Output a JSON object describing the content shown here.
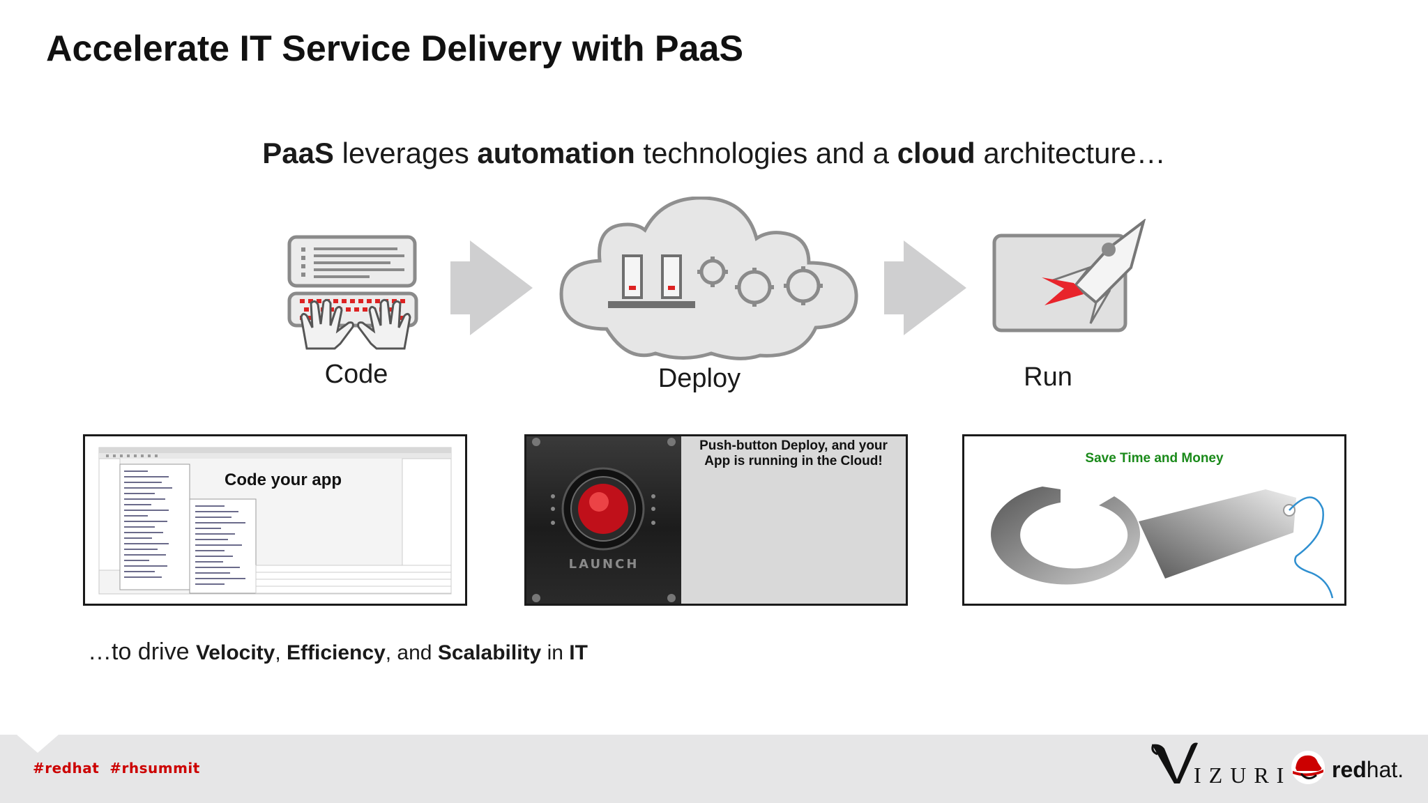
{
  "slide": {
    "title": "Accelerate IT Service Delivery with PaaS",
    "subtitle": {
      "parts": [
        {
          "text": "PaaS",
          "bold": true
        },
        {
          "text": " leverages ",
          "bold": false
        },
        {
          "text": "automation",
          "bold": true
        },
        {
          "text": " technologies and a ",
          "bold": false
        },
        {
          "text": "cloud",
          "bold": true
        },
        {
          "text": " architecture…",
          "bold": false
        }
      ]
    },
    "steps": [
      {
        "label": "Code",
        "icon": "keyboard-typing-icon"
      },
      {
        "label": "Deploy",
        "icon": "cloud-servers-gears-icon"
      },
      {
        "label": "Run",
        "icon": "rocket-launch-icon"
      }
    ],
    "panels": {
      "code": {
        "caption": "Code your app"
      },
      "deploy": {
        "caption_line1": "Push-button Deploy, and your",
        "caption_line2": "App is running in the Cloud!",
        "button_label": "LAUNCH"
      },
      "save": {
        "caption": "Save Time and Money"
      }
    },
    "bottom_line": {
      "prefix": "…to drive ",
      "velocity": "Velocity",
      "sep1": ", ",
      "efficiency": "Efficiency",
      "sep2": ", and ",
      "scalability": "Scalability",
      "sep3": " in ",
      "it": "IT"
    }
  },
  "footer": {
    "hashtags": "#redhat  #rhsummit",
    "vizuri_logo": "IZURI",
    "redhat_logo_bold": "red",
    "redhat_logo_light": "hat."
  },
  "colors": {
    "accent_red": "#cc0000",
    "save_green": "#1a8a1a",
    "icon_gray": "#b3b3b3",
    "footer_bg": "#e6e6e7"
  }
}
